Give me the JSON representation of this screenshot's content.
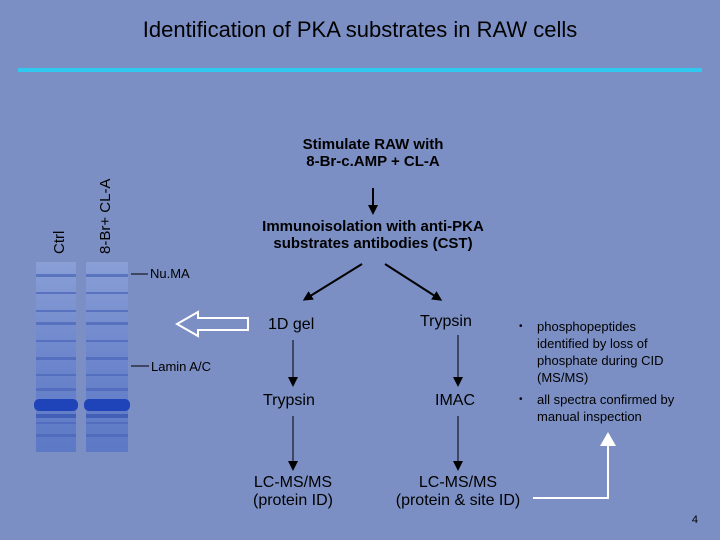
{
  "title": "Identification of PKA substrates in RAW cells",
  "lanes": {
    "ctrl": "Ctrl",
    "treated": "8-Br+ CL-A"
  },
  "steps": {
    "stimulate_line1": "Stimulate RAW with",
    "stimulate_line2": "8-Br-c.AMP + CL-A",
    "immuno_line1": "Immunoisolation with anti-PKA",
    "immuno_line2": "substrates antibodies (CST)",
    "gel_1d": "1D gel",
    "trypsin_right": "Trypsin",
    "trypsin_left": "Trypsin",
    "imac": "IMAC",
    "lcms_left_line1": "LC-MS/MS",
    "lcms_left_line2": "(protein ID)",
    "lcms_right_line1": "LC-MS/MS",
    "lcms_right_line2": "(protein & site ID)"
  },
  "gel_labels": {
    "numa": "Nu.MA",
    "lamin": "Lamin A/C"
  },
  "bullets": [
    {
      "dot": "•",
      "text_lines": [
        "phosphopeptides",
        "identified by loss of",
        "phosphate during CID",
        "(MS/MS)"
      ]
    },
    {
      "dot": "•",
      "text_lines": [
        "all spectra confirmed by",
        "manual inspection"
      ]
    }
  ],
  "page_number": "4",
  "colors": {
    "background": "#7b8fc4",
    "rule": "#2fc9f0",
    "gel_band": "#1f43b8"
  }
}
